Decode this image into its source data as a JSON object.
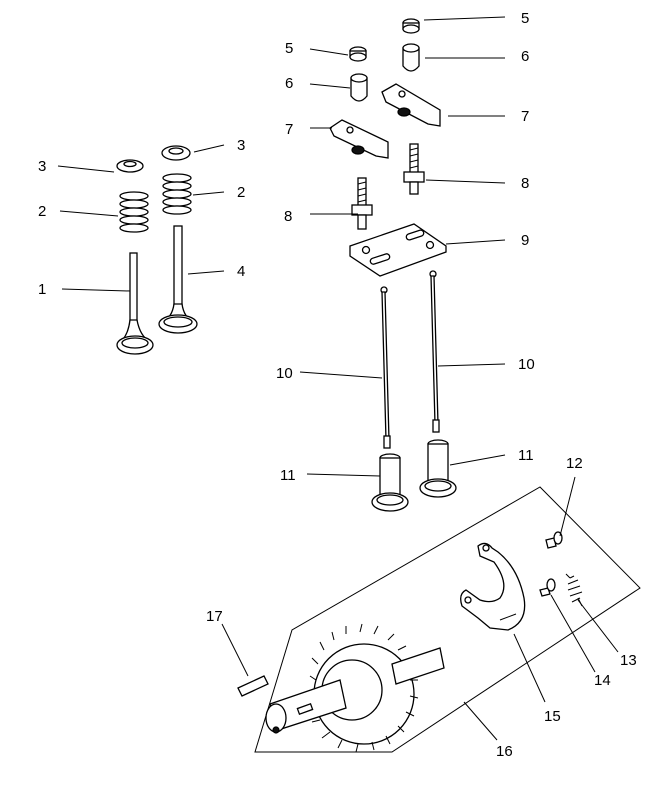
{
  "diagram": {
    "callouts": [
      {
        "id": "c5a",
        "text": "5"
      },
      {
        "id": "c5b",
        "text": "5"
      },
      {
        "id": "c6a",
        "text": "6"
      },
      {
        "id": "c6b",
        "text": "6"
      },
      {
        "id": "c7a",
        "text": "7"
      },
      {
        "id": "c7b",
        "text": "7"
      },
      {
        "id": "c3a",
        "text": "3"
      },
      {
        "id": "c3b",
        "text": "3"
      },
      {
        "id": "c2a",
        "text": "2"
      },
      {
        "id": "c2b",
        "text": "2"
      },
      {
        "id": "c8a",
        "text": "8"
      },
      {
        "id": "c8b",
        "text": "8"
      },
      {
        "id": "c9",
        "text": "9"
      },
      {
        "id": "c1",
        "text": "1"
      },
      {
        "id": "c4",
        "text": "4"
      },
      {
        "id": "c10a",
        "text": "10"
      },
      {
        "id": "c10b",
        "text": "10"
      },
      {
        "id": "c11a",
        "text": "11"
      },
      {
        "id": "c11b",
        "text": "11"
      },
      {
        "id": "c12",
        "text": "12"
      },
      {
        "id": "c13",
        "text": "13"
      },
      {
        "id": "c14",
        "text": "14"
      },
      {
        "id": "c15",
        "text": "15"
      },
      {
        "id": "c16",
        "text": "16"
      },
      {
        "id": "c17",
        "text": "17"
      }
    ]
  }
}
